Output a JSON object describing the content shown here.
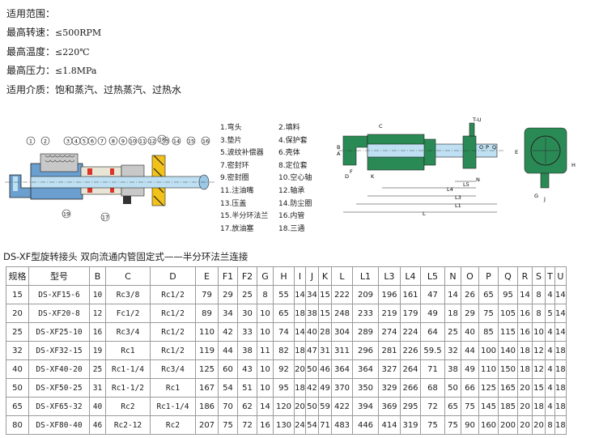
{
  "specs": {
    "header": "适用范围：",
    "speed": {
      "label": "最高转速：",
      "value": "≤500RPM"
    },
    "temperature": {
      "label": "最高温度：",
      "value": "≤220℃"
    },
    "pressure": {
      "label": "最高压力：",
      "value": "≤1.8MPa"
    },
    "media": {
      "label": "适用介质：",
      "value": "饱和蒸汽、过热蒸汽、过热水"
    }
  },
  "callouts": [
    "1",
    "2",
    "3",
    "4",
    "5",
    "6",
    "7",
    "8",
    "9",
    "10",
    "11",
    "12",
    "13",
    "14",
    "15",
    "16",
    "17",
    "18",
    "19"
  ],
  "parts_list": [
    "1.弯头",
    "2.填料",
    "3.垫片",
    "4.保护套",
    "5.波纹补偿器",
    "6.壳体",
    "7.密封环",
    "8.定位套",
    "9.密封圈",
    "10.空心轴",
    "11.注油嘴",
    "12.轴承",
    "13.压盖",
    "14.防尘圈",
    "15.半分环法兰",
    "16.内管",
    "17.放油塞",
    "18.三通"
  ],
  "dimension_labels": [
    "T-U",
    "C",
    "B",
    "A",
    "O",
    "P",
    "Q",
    "F",
    "D",
    "K",
    "L4",
    "L3",
    "L1",
    "L",
    "L5",
    "N",
    "E",
    "H",
    "J",
    "G"
  ],
  "table": {
    "title": "DS-XF型旋转接头  双向流通内管固定式——半分环法兰连接",
    "headers": [
      "规格",
      "型号",
      "B",
      "C",
      "D",
      "E",
      "F1",
      "F2",
      "G",
      "H",
      "I",
      "J",
      "K",
      "L",
      "L1",
      "L3",
      "L4",
      "L5",
      "N",
      "O",
      "P",
      "Q",
      "R",
      "S",
      "T",
      "U"
    ],
    "rows": [
      [
        "15",
        "DS-XF15-6",
        "10",
        "Rc3/8",
        "Rc1/2",
        "79",
        "29",
        "25",
        "8",
        "55",
        "14",
        "34",
        "15",
        "222",
        "209",
        "196",
        "161",
        "47",
        "14",
        "26",
        "65",
        "95",
        "14",
        "8",
        "4",
        "14"
      ],
      [
        "20",
        "DS-XF20-8",
        "12",
        "Fc1/2",
        "Rc1/2",
        "89",
        "34",
        "30",
        "10",
        "65",
        "18",
        "38",
        "15",
        "248",
        "233",
        "219",
        "179",
        "49",
        "18",
        "29",
        "75",
        "105",
        "16",
        "8",
        "5",
        "14"
      ],
      [
        "25",
        "DS-XF25-10",
        "16",
        "Rc3/4",
        "Rc1/2",
        "110",
        "42",
        "33",
        "10",
        "74",
        "14",
        "40",
        "28",
        "304",
        "289",
        "274",
        "224",
        "64",
        "25",
        "40",
        "85",
        "115",
        "16",
        "10",
        "4",
        "14"
      ],
      [
        "32",
        "DS-XF32-15",
        "19",
        "Rc1",
        "Rc1/2",
        "119",
        "44",
        "38",
        "11",
        "82",
        "18",
        "47",
        "31",
        "311",
        "296",
        "281",
        "226",
        "59.5",
        "32",
        "44",
        "100",
        "140",
        "18",
        "12",
        "4",
        "18"
      ],
      [
        "40",
        "DS-XF40-20",
        "25",
        "Rc1-1/4",
        "Rc3/4",
        "125",
        "60",
        "43",
        "10",
        "92",
        "20",
        "50",
        "46",
        "364",
        "364",
        "327",
        "264",
        "71",
        "38",
        "49",
        "110",
        "150",
        "18",
        "12",
        "4",
        "18"
      ],
      [
        "50",
        "DS-XF50-25",
        "31",
        "Rc1-1/2",
        "Rc1",
        "167",
        "54",
        "51",
        "10",
        "95",
        "18",
        "42",
        "49",
        "370",
        "350",
        "329",
        "266",
        "68",
        "50",
        "66",
        "125",
        "165",
        "20",
        "15",
        "4",
        "18"
      ],
      [
        "65",
        "DS-XF65-32",
        "40",
        "Rc2",
        "Rc1-1/4",
        "186",
        "70",
        "62",
        "14",
        "120",
        "20",
        "50",
        "59",
        "422",
        "394",
        "369",
        "295",
        "72",
        "65",
        "75",
        "145",
        "185",
        "20",
        "18",
        "4",
        "18"
      ],
      [
        "80",
        "DS-XF80-40",
        "46",
        "Rc2-12",
        "Rc2",
        "207",
        "75",
        "72",
        "16",
        "130",
        "24",
        "54",
        "71",
        "483",
        "446",
        "414",
        "319",
        "75",
        "75",
        "90",
        "160",
        "200",
        "20",
        "20",
        "8",
        "18"
      ]
    ]
  },
  "colors": {
    "body_blue": "#6a9fd0",
    "shaft_light": "#bfe0f2",
    "flange_yellow": "#f2c21a",
    "red_seal": "#d8342a",
    "end_green": "#2a8a55",
    "line": "#222222"
  }
}
